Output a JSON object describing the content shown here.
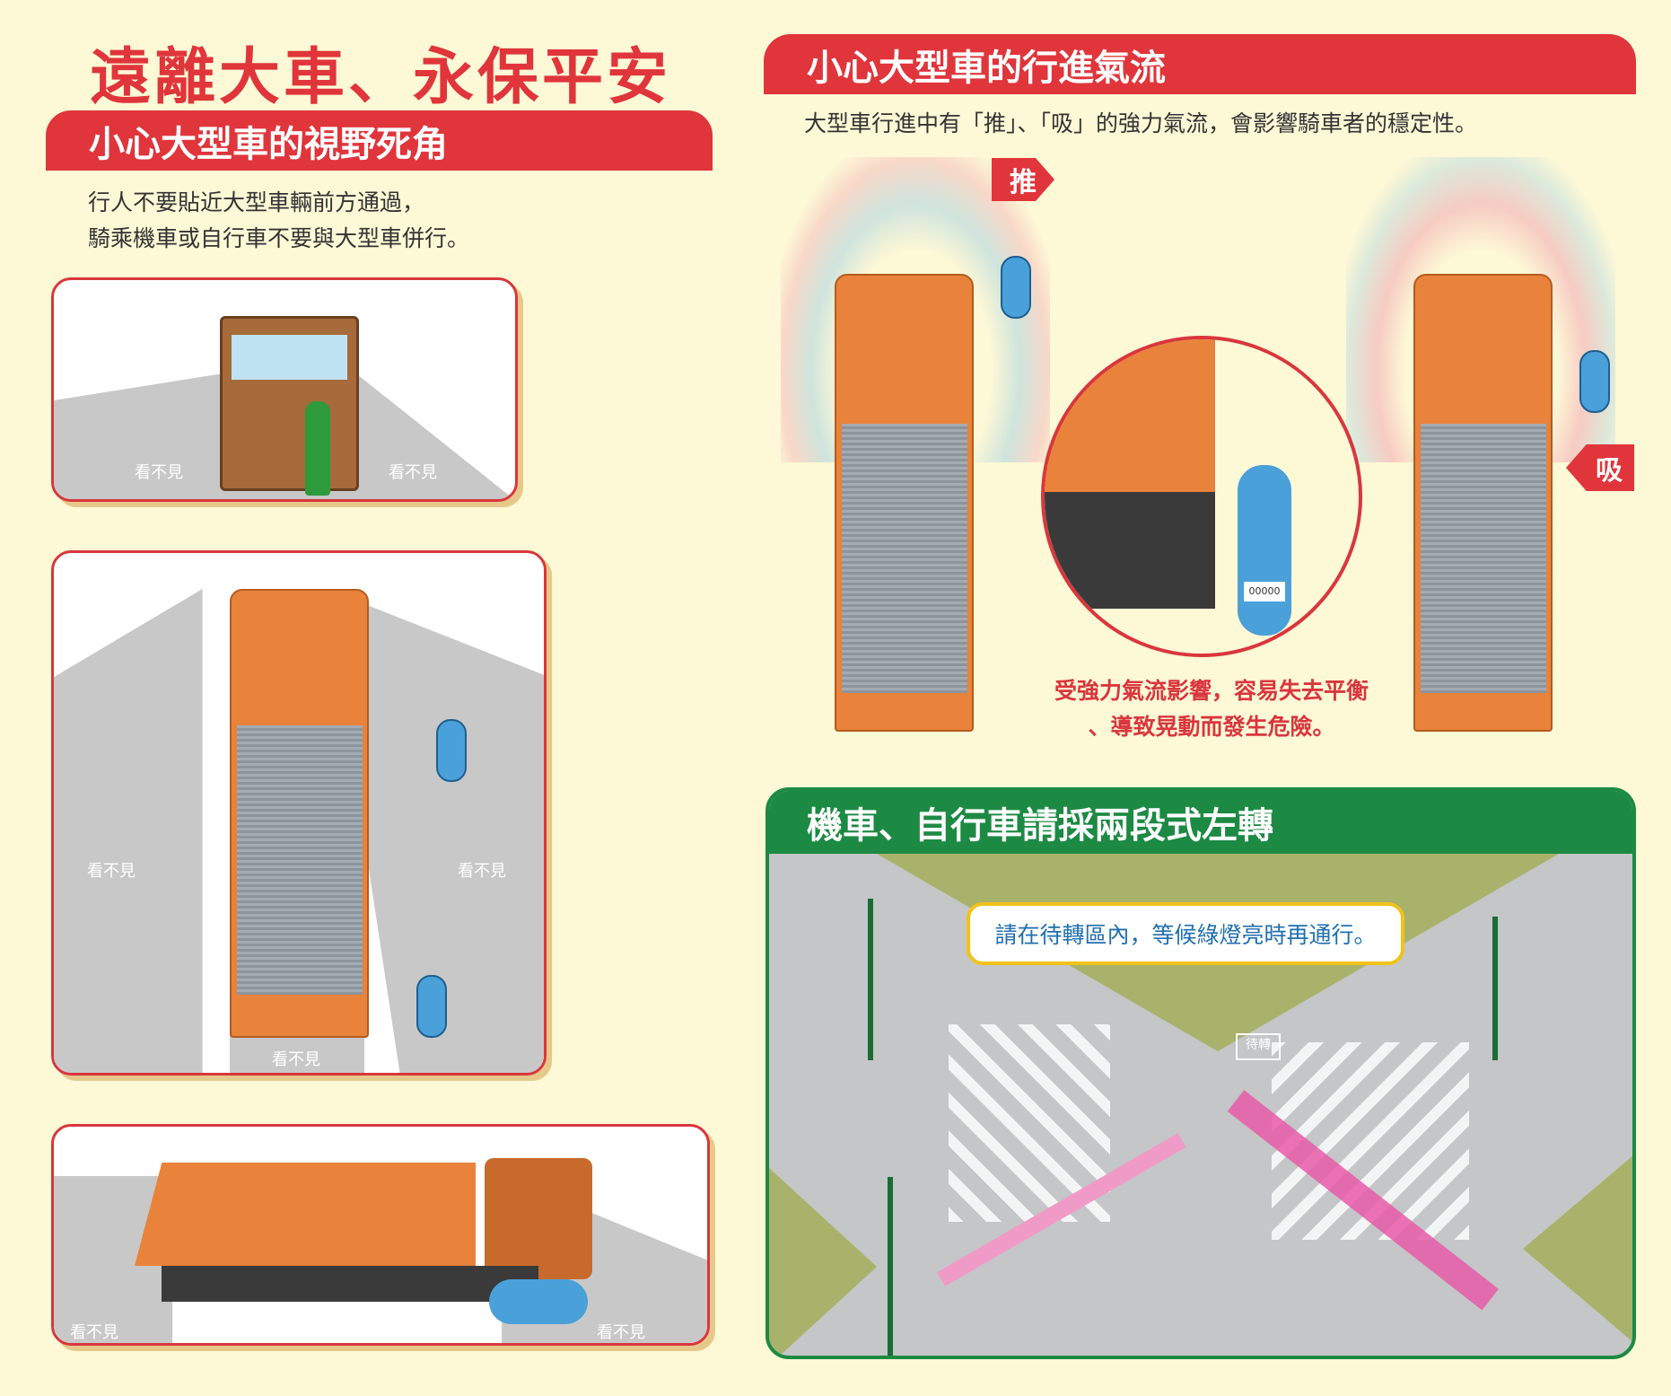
{
  "main_title": "遠離大車、永保平安",
  "blind_spot": {
    "heading": "小心大型車的視野死角",
    "desc_lines": [
      "行人不要貼近大型車輛前方通過，",
      "騎乘機車或自行車不要與大型車併行。"
    ],
    "blind_label": "看不見"
  },
  "airflow": {
    "heading": "小心大型車的行進氣流",
    "desc": "大型車行進中有「推」、「吸」的強力氣流，會影響騎車者的穩定性。",
    "push_label": "推",
    "suck_label": "吸",
    "plate": "00000",
    "warning_lines": [
      "受強力氣流影響，容易失去平衡",
      "、導致晃動而發生危險。"
    ]
  },
  "two_stage": {
    "heading": "機車、自行車請採兩段式左轉",
    "bubble": "請在待轉區內，等候綠燈亮時再通行。",
    "box_label": "待轉"
  },
  "colors": {
    "red": "#e0353b",
    "green": "#1c8a43",
    "truck": "#e9823a",
    "rider": "#4aa0d8"
  }
}
